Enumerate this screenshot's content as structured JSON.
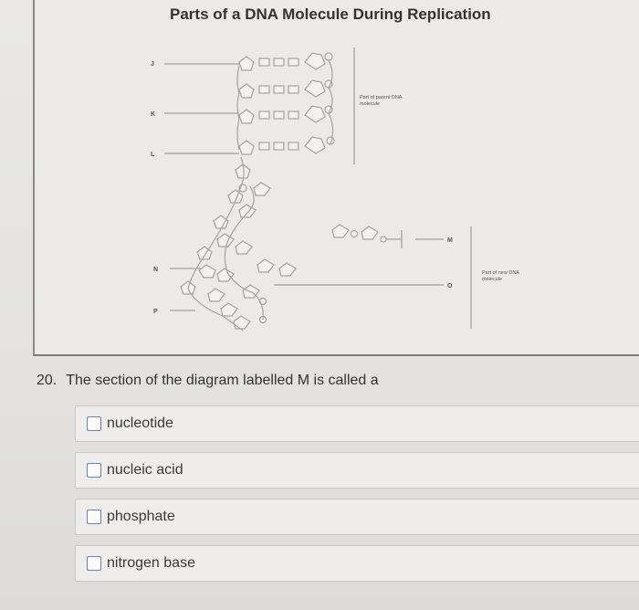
{
  "figure": {
    "title": "Parts of a DNA Molecule During Replication",
    "labels": {
      "J": "J",
      "K": "K",
      "L": "L",
      "N": "N",
      "P": "P",
      "M": "M",
      "O": "O",
      "parent": "Part of parent DNA molecule",
      "new": "Part of new DNA molecule"
    }
  },
  "question": {
    "number": "20.",
    "text": "The section of the diagram labelled M is called a"
  },
  "options": [
    {
      "label": "nucleotide"
    },
    {
      "label": "nucleic acid"
    },
    {
      "label": "phosphate"
    },
    {
      "label": "nitrogen base"
    }
  ]
}
